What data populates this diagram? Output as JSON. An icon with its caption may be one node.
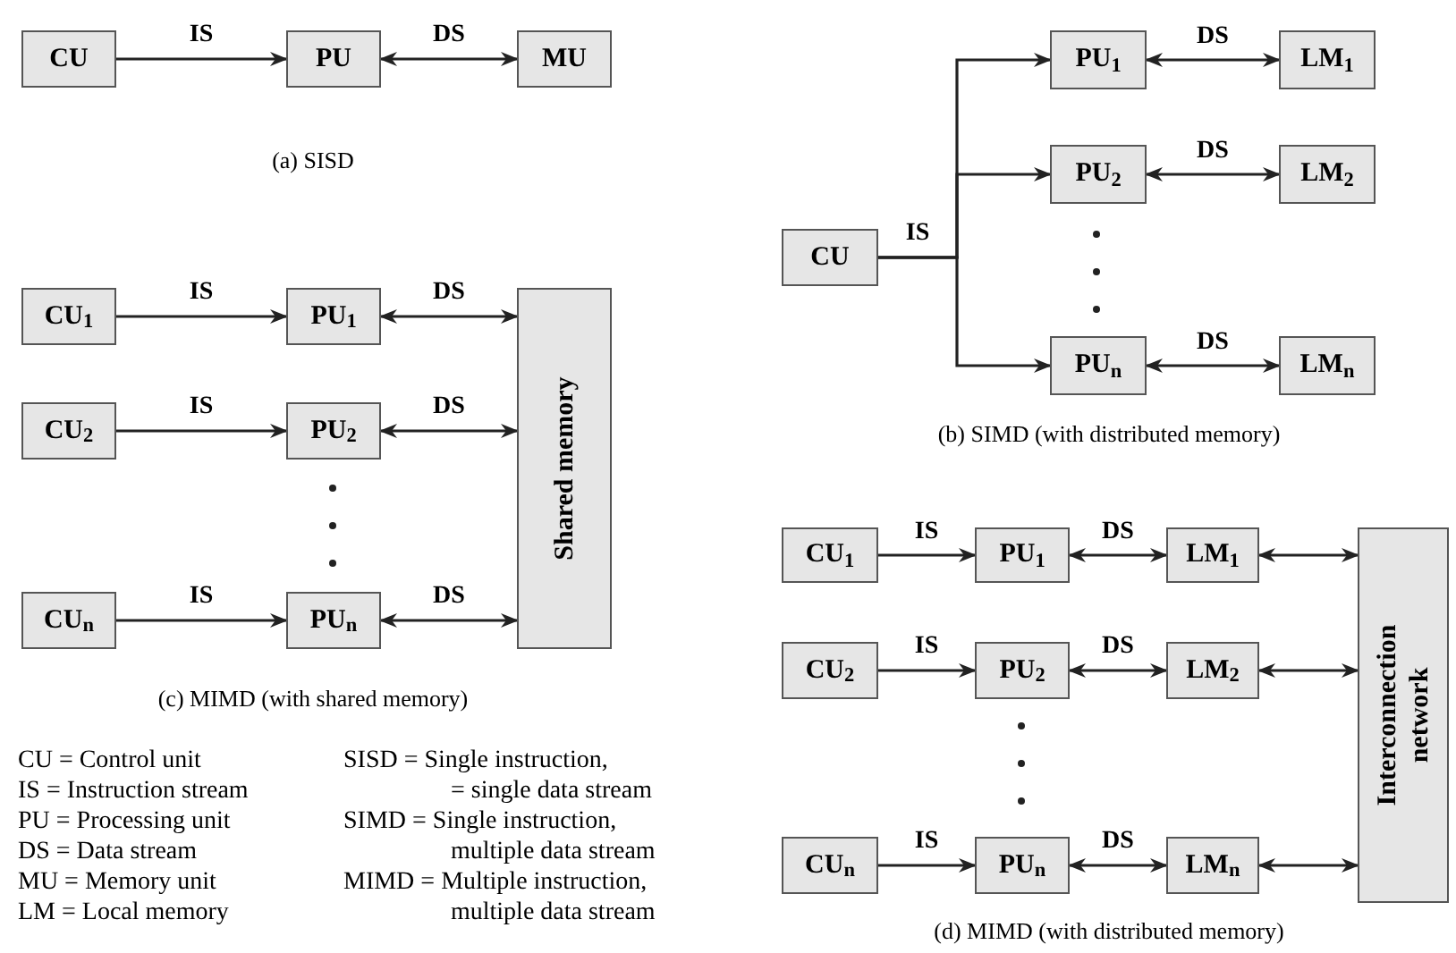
{
  "diagram": {
    "nodes": [
      {
        "text": [
          "CU"
        ]
      },
      {
        "text": [
          "PU"
        ]
      },
      {
        "text": [
          "MU"
        ]
      },
      {
        "text": [
          "PU$_{1}$"
        ]
      },
      {
        "text": [
          "LM$_{1}$"
        ]
      },
      {
        "text": [
          "PU$_{2}$"
        ]
      },
      {
        "text": [
          "LM$_{2}$"
        ]
      },
      {
        "text": [
          "CU"
        ]
      },
      {
        "text": [
          "PU$_{n}$"
        ]
      },
      {
        "text": [
          "LM$_{n}$"
        ]
      },
      {
        "text": [
          "CU$_{1}$"
        ]
      },
      {
        "text": [
          "PU$_{1}$"
        ]
      },
      {
        "text": [
          "Shared memory"
        ]
      },
      {
        "text": [
          "CU$_{2}$"
        ]
      },
      {
        "text": [
          "PU$_{2}$"
        ]
      },
      {
        "text": [
          "CU$_{n}$"
        ]
      },
      {
        "text": [
          "PU$_{n}$"
        ]
      },
      {
        "text": [
          "CU$_{1}$"
        ]
      },
      {
        "text": [
          "PU$_{1}$"
        ]
      },
      {
        "text": [
          "LM$_{1}$"
        ]
      },
      {
        "text": [
          "Interconnection network"
        ]
      },
      {
        "text": [
          "CU$_{2}$"
        ]
      },
      {
        "text": [
          "PU$_{2}$"
        ]
      },
      {
        "text": [
          "LM$_{2}$"
        ]
      },
      {
        "text": [
          "CU$_{n}$"
        ]
      },
      {
        "text": [
          "PU$_{n}$"
        ]
      },
      {
        "text": [
          "LM$_{n}$"
        ]
      }
    ],
    "edges": [
      {
        "from": 0,
        "to": 1,
        "arrow": "to",
        "label": "IS"
      },
      {
        "from": 1,
        "to": 2,
        "arrow": "both",
        "label": "DS"
      },
      {
        "from": 7,
        "to": 3,
        "arrow": "to"
      },
      {
        "from": 7,
        "to": 5,
        "arrow": "to",
        "label": "IS"
      },
      {
        "from": 7,
        "to": 8,
        "arrow": "to"
      },
      {
        "from": 3,
        "to": 4,
        "arrow": "both",
        "label": "DS"
      },
      {
        "from": 5,
        "to": 6,
        "arrow": "both",
        "label": "DS"
      },
      {
        "from": 8,
        "to": 9,
        "arrow": "both",
        "label": "DS"
      },
      {
        "from": 10,
        "to": 11,
        "arrow": "to",
        "label": "IS"
      },
      {
        "from": 11,
        "to": 12,
        "arrow": "both",
        "label": "DS"
      },
      {
        "from": 13,
        "to": 14,
        "arrow": "to",
        "label": "IS"
      },
      {
        "from": 14,
        "to": 12,
        "arrow": "both",
        "label": "DS"
      },
      {
        "from": 15,
        "to": 16,
        "arrow": "to",
        "label": "IS"
      },
      {
        "from": 16,
        "to": 12,
        "arrow": "both",
        "label": "DS"
      },
      {
        "from": 17,
        "to": 18,
        "arrow": "to",
        "label": "IS"
      },
      {
        "from": 18,
        "to": 19,
        "arrow": "both",
        "label": "DS"
      },
      {
        "from": 19,
        "to": 20,
        "arrow": "both"
      },
      {
        "from": 21,
        "to": 22,
        "arrow": "to",
        "label": "IS"
      },
      {
        "from": 22,
        "to": 23,
        "arrow": "both",
        "label": "DS"
      },
      {
        "from": 23,
        "to": 20,
        "arrow": "both"
      },
      {
        "from": 24,
        "to": 25,
        "arrow": "to",
        "label": "IS"
      },
      {
        "from": 25,
        "to": 26,
        "arrow": "both",
        "label": "DS"
      },
      {
        "from": 26,
        "to": 20,
        "arrow": "both"
      }
    ],
    "labels": [
      "(a) SISD",
      "(b) SIMD (with distributed memory)",
      "(c) MIMD (with shared memory)",
      "(d) MIMD (with distributed memory)",
      "CU = Control unit",
      "SISD = Single instruction,",
      "IS = Instruction stream",
      "= single data stream",
      "PU = Processing unit",
      "SIMD = Single instruction,",
      "DS = Data stream",
      "multiple data stream",
      "MU = Memory unit",
      "MIMD = Multiple instruction,",
      "LM = Local memory",
      "multiple data stream"
    ]
  }
}
